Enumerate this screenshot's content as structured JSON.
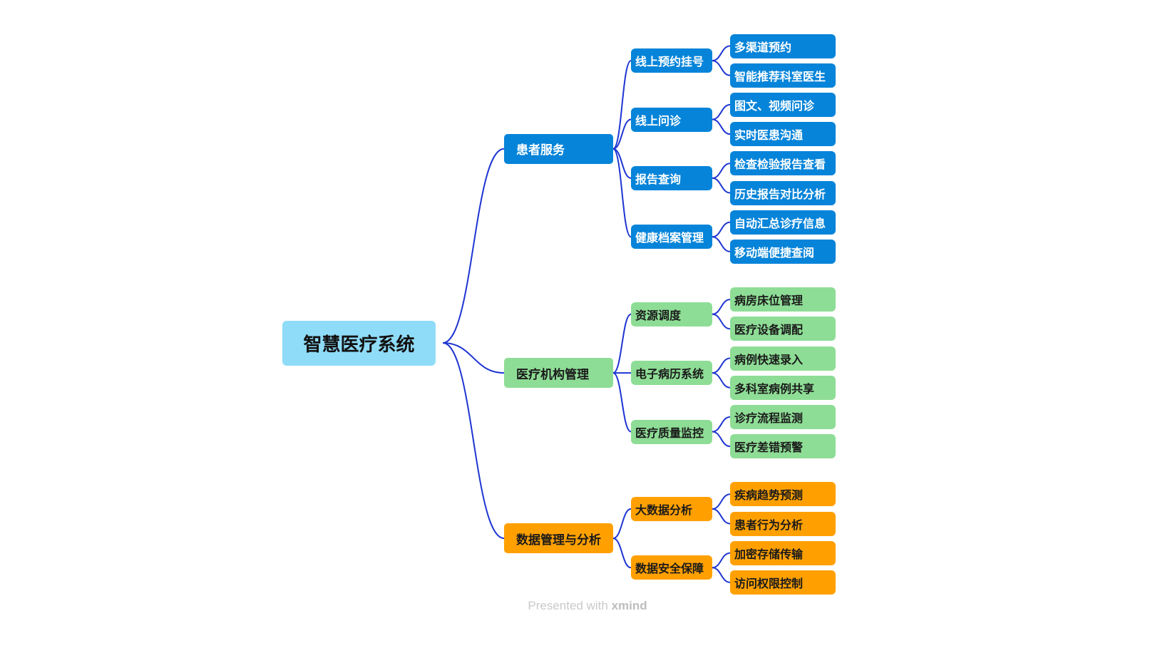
{
  "root": {
    "label": "智慧医疗系统"
  },
  "colors": {
    "root": "#8fdcf8",
    "blue": "#0684d9",
    "green": "#8edd96",
    "orange": "#ffa000",
    "connector": "#1e35d2"
  },
  "branches": [
    {
      "label": "患者服务",
      "color": "blue",
      "children": [
        {
          "label": "线上预约挂号",
          "children": [
            "多渠道预约",
            "智能推荐科室医生"
          ]
        },
        {
          "label": "线上问诊",
          "children": [
            "图文、视频问诊",
            "实时医患沟通"
          ]
        },
        {
          "label": "报告查询",
          "children": [
            "检查检验报告查看",
            "历史报告对比分析"
          ]
        },
        {
          "label": "健康档案管理",
          "children": [
            "自动汇总诊疗信息",
            "移动端便捷查阅"
          ]
        }
      ]
    },
    {
      "label": "医疗机构管理",
      "color": "green",
      "children": [
        {
          "label": "资源调度",
          "children": [
            "病房床位管理",
            "医疗设备调配"
          ]
        },
        {
          "label": "电子病历系统",
          "children": [
            "病例快速录入",
            "多科室病例共享"
          ]
        },
        {
          "label": "医疗质量监控",
          "children": [
            "诊疗流程监测",
            "医疗差错预警"
          ]
        }
      ]
    },
    {
      "label": "数据管理与分析",
      "color": "orange",
      "children": [
        {
          "label": "大数据分析",
          "children": [
            "疾病趋势预测",
            "患者行为分析"
          ]
        },
        {
          "label": "数据安全保障",
          "children": [
            "加密存储传输",
            "访问权限控制"
          ]
        }
      ]
    }
  ],
  "footer": {
    "prefix": "Presented with ",
    "brand": "xmind"
  }
}
